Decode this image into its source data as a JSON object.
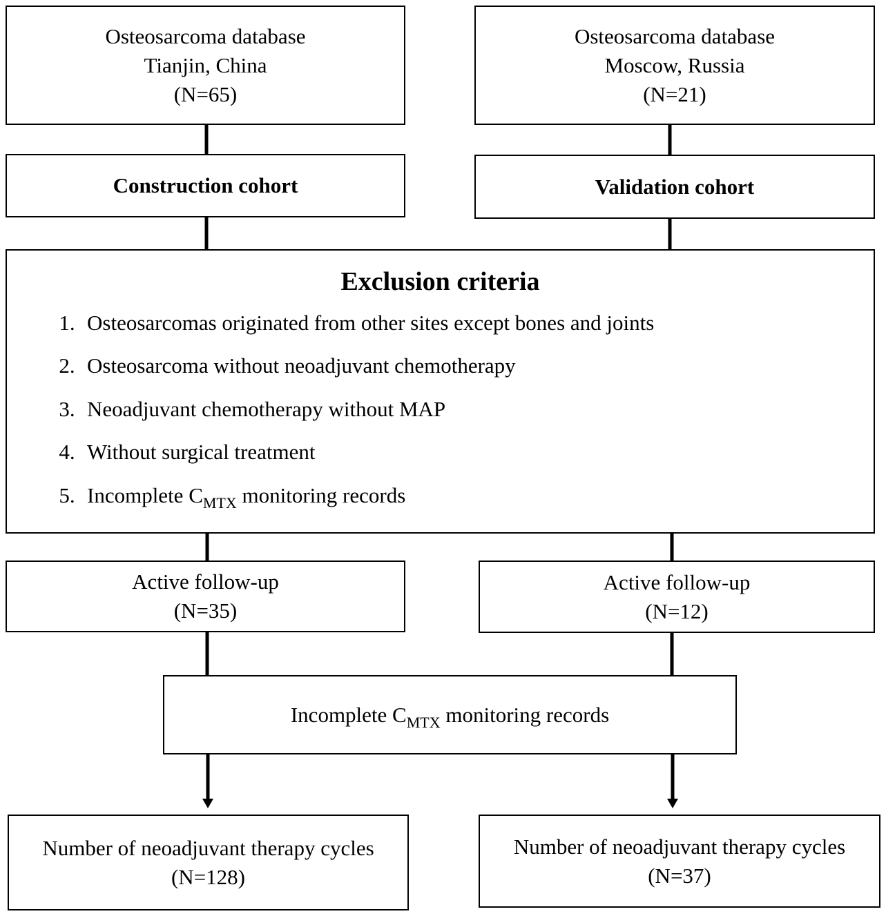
{
  "boxes": {
    "db_left": {
      "line1": "Osteosarcoma database",
      "line2": "Tianjin, China",
      "n": "(N=65)"
    },
    "db_right": {
      "line1": "Osteosarcoma database",
      "line2": "Moscow, Russia",
      "n": "(N=21)"
    },
    "cohort_left": {
      "label": "Construction cohort"
    },
    "cohort_right": {
      "label": "Validation cohort"
    },
    "exclusion": {
      "title": "Exclusion criteria",
      "items": [
        {
          "num": "1.",
          "text": "Osteosarcomas originated from other sites except bones and joints"
        },
        {
          "num": "2.",
          "text": "Osteosarcoma without neoadjuvant chemotherapy"
        },
        {
          "num": "3.",
          "text": "Neoadjuvant chemotherapy without MAP"
        },
        {
          "num": "4.",
          "text": "Without surgical treatment"
        },
        {
          "num": "5.",
          "text_before": "Incomplete C",
          "sub": "MTX",
          "text_after": " monitoring records"
        }
      ]
    },
    "followup_left": {
      "label": "Active follow-up",
      "n": "(N=35)"
    },
    "followup_right": {
      "label": "Active follow-up",
      "n": "(N=12)"
    },
    "incomplete": {
      "text_before": "Incomplete C",
      "sub": "MTX",
      "text_after": " monitoring records"
    },
    "cycles_left": {
      "label": "Number of neoadjuvant therapy cycles",
      "n": "(N=128)"
    },
    "cycles_right": {
      "label": "Number of neoadjuvant therapy cycles",
      "n": "(N=37)"
    }
  }
}
